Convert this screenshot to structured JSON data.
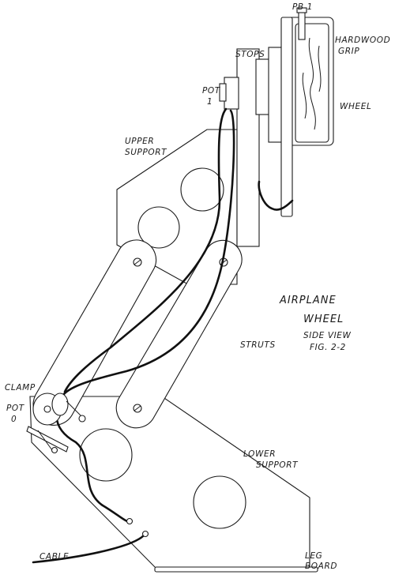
{
  "figure": {
    "title_line1": "AIRPLANE",
    "title_line2": "WHEEL",
    "subtitle": "SIDE VIEW",
    "figure_number": "FIG. 2-2"
  },
  "labels": {
    "pb1": "PB 1",
    "hardwood_line1": "HARDWOOD",
    "hardwood_line2": "GRIP",
    "stops": "STOPS",
    "pot1_line1": "POT",
    "pot1_line2": "1",
    "wheel": "WHEEL",
    "upper_support_line1": "UPPER",
    "upper_support_line2": "SUPPORT",
    "struts": "STRUTS",
    "clamp": "CLAMP",
    "pot0_line1": "POT",
    "pot0_line2": "0",
    "lower_support_line1": "LOWER",
    "lower_support_line2": "SUPPORT",
    "cable": "CABLE",
    "leg_board_line1": "LEG",
    "leg_board_line2": "BOARD"
  },
  "colors": {
    "ink": "#1a1a1a",
    "paper": "#ffffff"
  }
}
